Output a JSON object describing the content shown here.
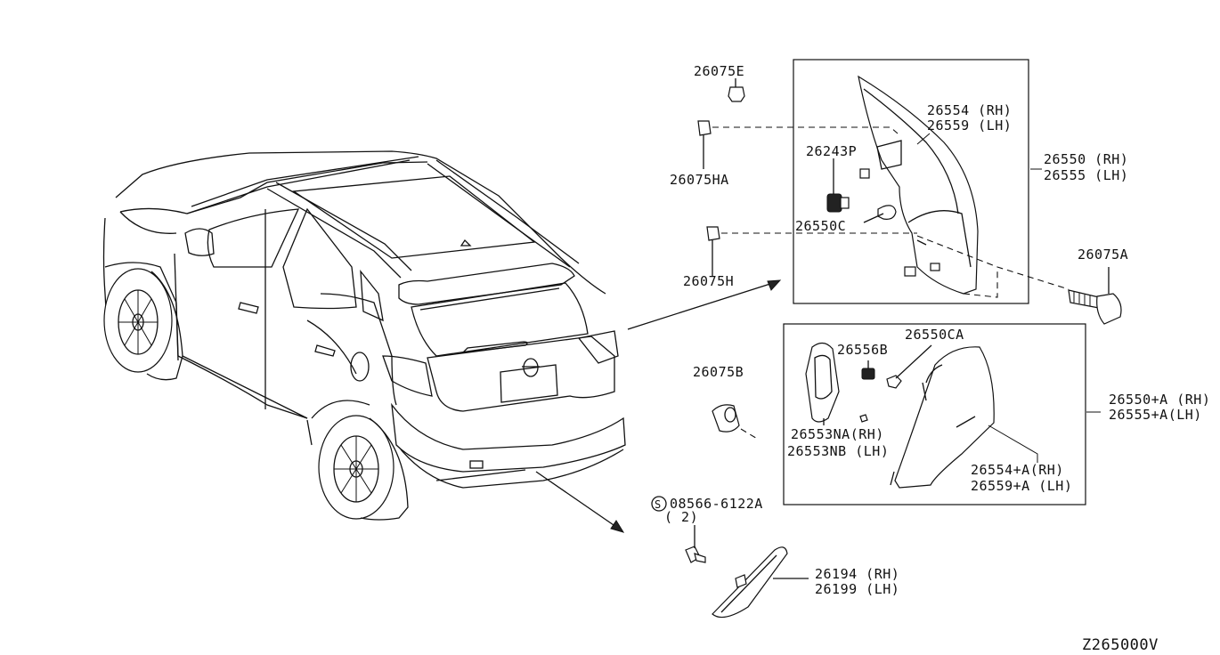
{
  "diagram_id": "Z265000V",
  "callouts": {
    "c26075E": "26075E",
    "c26075HA": "26075HA",
    "c26075H": "26075H",
    "c26554": "26554 (RH)",
    "c26559": "26559 (LH)",
    "c26243P": "26243P",
    "c26550C": "26550C",
    "c26550": "26550 (RH)",
    "c26555": "26555 (LH)",
    "c26075A": "26075A",
    "c26550CA": "26550CA",
    "c26556B": "26556B",
    "c26075B": "26075B",
    "c26553NA": "26553NA(RH)",
    "c26553NB": "26553NB (LH)",
    "c26550A": "26550+A (RH)",
    "c26555A": "26555+A(LH)",
    "c26554A": "26554+A(RH)",
    "c26559A": "26559+A (LH)",
    "screw_symbol": "S",
    "screw_code": "08566-6122A",
    "screw_qty": "( 2)",
    "c26194": "26194 (RH)",
    "c26199": "26199 (LH)"
  }
}
